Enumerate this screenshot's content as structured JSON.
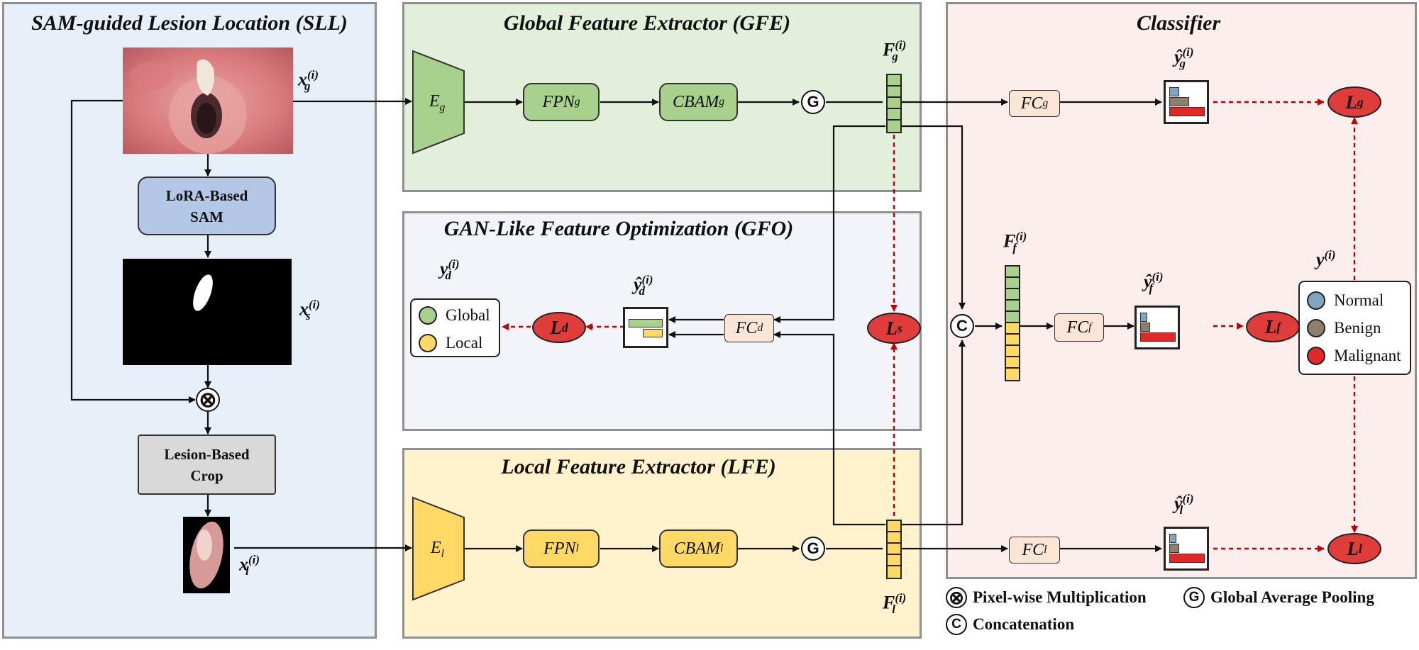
{
  "panels": {
    "sll": "SAM-guided Lesion Location (SLL)",
    "gfe": "Global Feature Extractor (GFE)",
    "gfo": "GAN-Like Feature Optimization (GFO)",
    "lfe": "Local Feature Extractor (LFE)",
    "classifier": "Classifier"
  },
  "blocks": {
    "lora_sam": "LoRA-Based SAM",
    "lesion_crop": "Lesion-Based Crop"
  },
  "modules": {
    "eg": "E",
    "eg_sub": "g",
    "el": "E",
    "el_sub": "l",
    "fpn_g": "FPN",
    "fpn_g_sub": "g",
    "fpn_l": "FPN",
    "fpn_l_sub": "l",
    "cbam_g": "CBAM",
    "cbam_g_sub": "g",
    "cbam_l": "CBAM",
    "cbam_l_sub": "l",
    "fc_g": "FC",
    "fc_g_sub": "g",
    "fc_l": "FC",
    "fc_l_sub": "l",
    "fc_f": "FC",
    "fc_f_sub": "f",
    "fc_d": "FC",
    "fc_d_sub": "d"
  },
  "symbols": {
    "gap": "G",
    "concat": "C",
    "mult": "⊗"
  },
  "losses": {
    "lg": "L",
    "lg_sub": "g",
    "ll": "L",
    "ll_sub": "l",
    "lf": "L",
    "lf_sub": "f",
    "ld": "L",
    "ld_sub": "d",
    "ls": "L",
    "ls_sub": "s"
  },
  "vars": {
    "xg": "x",
    "xg_sub": "g",
    "xs": "x",
    "xs_sub": "s",
    "xl": "x",
    "xl_sub": "l",
    "Fg": "F",
    "Fg_sub": "g",
    "Fl": "F",
    "Fl_sub": "l",
    "Ff": "F",
    "Ff_sub": "f",
    "yg": "ŷ",
    "yg_sub": "g",
    "yl": "ŷ",
    "yl_sub": "l",
    "yf": "ŷ",
    "yf_sub": "f",
    "yd_hat": "ŷ",
    "yd_hat_sub": "d",
    "yd": "y",
    "yd_sub": "d",
    "y": "y",
    "sup": "(i)"
  },
  "legend_gfo": [
    {
      "label": "Global",
      "color": "#a9d18e"
    },
    {
      "label": "Local",
      "color": "#ffd966"
    }
  ],
  "legend_classes": [
    {
      "label": "Normal",
      "color": "#84a3c2"
    },
    {
      "label": "Benign",
      "color": "#8c7f6c"
    },
    {
      "label": "Malignant",
      "color": "#e02828"
    }
  ],
  "key": {
    "mult": "Pixel-wise Multiplication",
    "gap": "Global Average Pooling",
    "concat": "Concatenation"
  },
  "colors": {
    "sll_bg": "#e7eff9",
    "gfe_bg": "#e2efda",
    "gfo_bg": "#f3f3fa",
    "lfe_bg": "#fff2cc",
    "cls_bg": "#fdeeee",
    "loss": "#e03c3c",
    "arrow_dashed": "#c00000"
  }
}
